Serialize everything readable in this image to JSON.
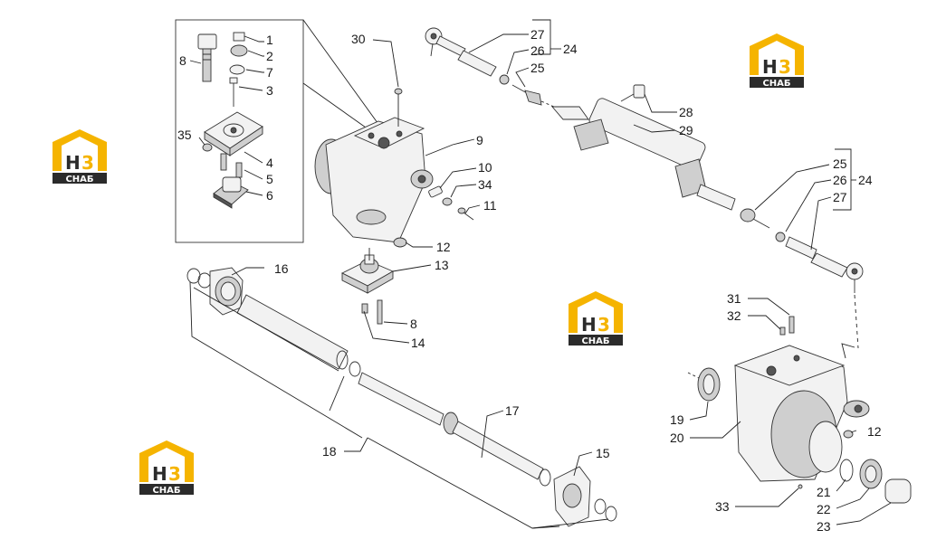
{
  "diagram": {
    "callouts": [
      "1",
      "2",
      "7",
      "8",
      "3",
      "35",
      "4",
      "5",
      "6",
      "30",
      "27",
      "26",
      "24",
      "25",
      "28",
      "29",
      "9",
      "10",
      "34",
      "11",
      "12",
      "13",
      "8",
      "14",
      "16",
      "25",
      "26",
      "24",
      "27",
      "31",
      "32",
      "19",
      "20",
      "12",
      "21",
      "22",
      "23",
      "33",
      "17",
      "18",
      "15"
    ],
    "watermark": {
      "top": "H",
      "top2": "3",
      "bottom": "СНАБ"
    },
    "colors": {
      "logo_yellow": "#f5b400",
      "logo_dark": "#2b2b2b",
      "line": "#222222",
      "part_fill": "#e6e6e6"
    }
  }
}
